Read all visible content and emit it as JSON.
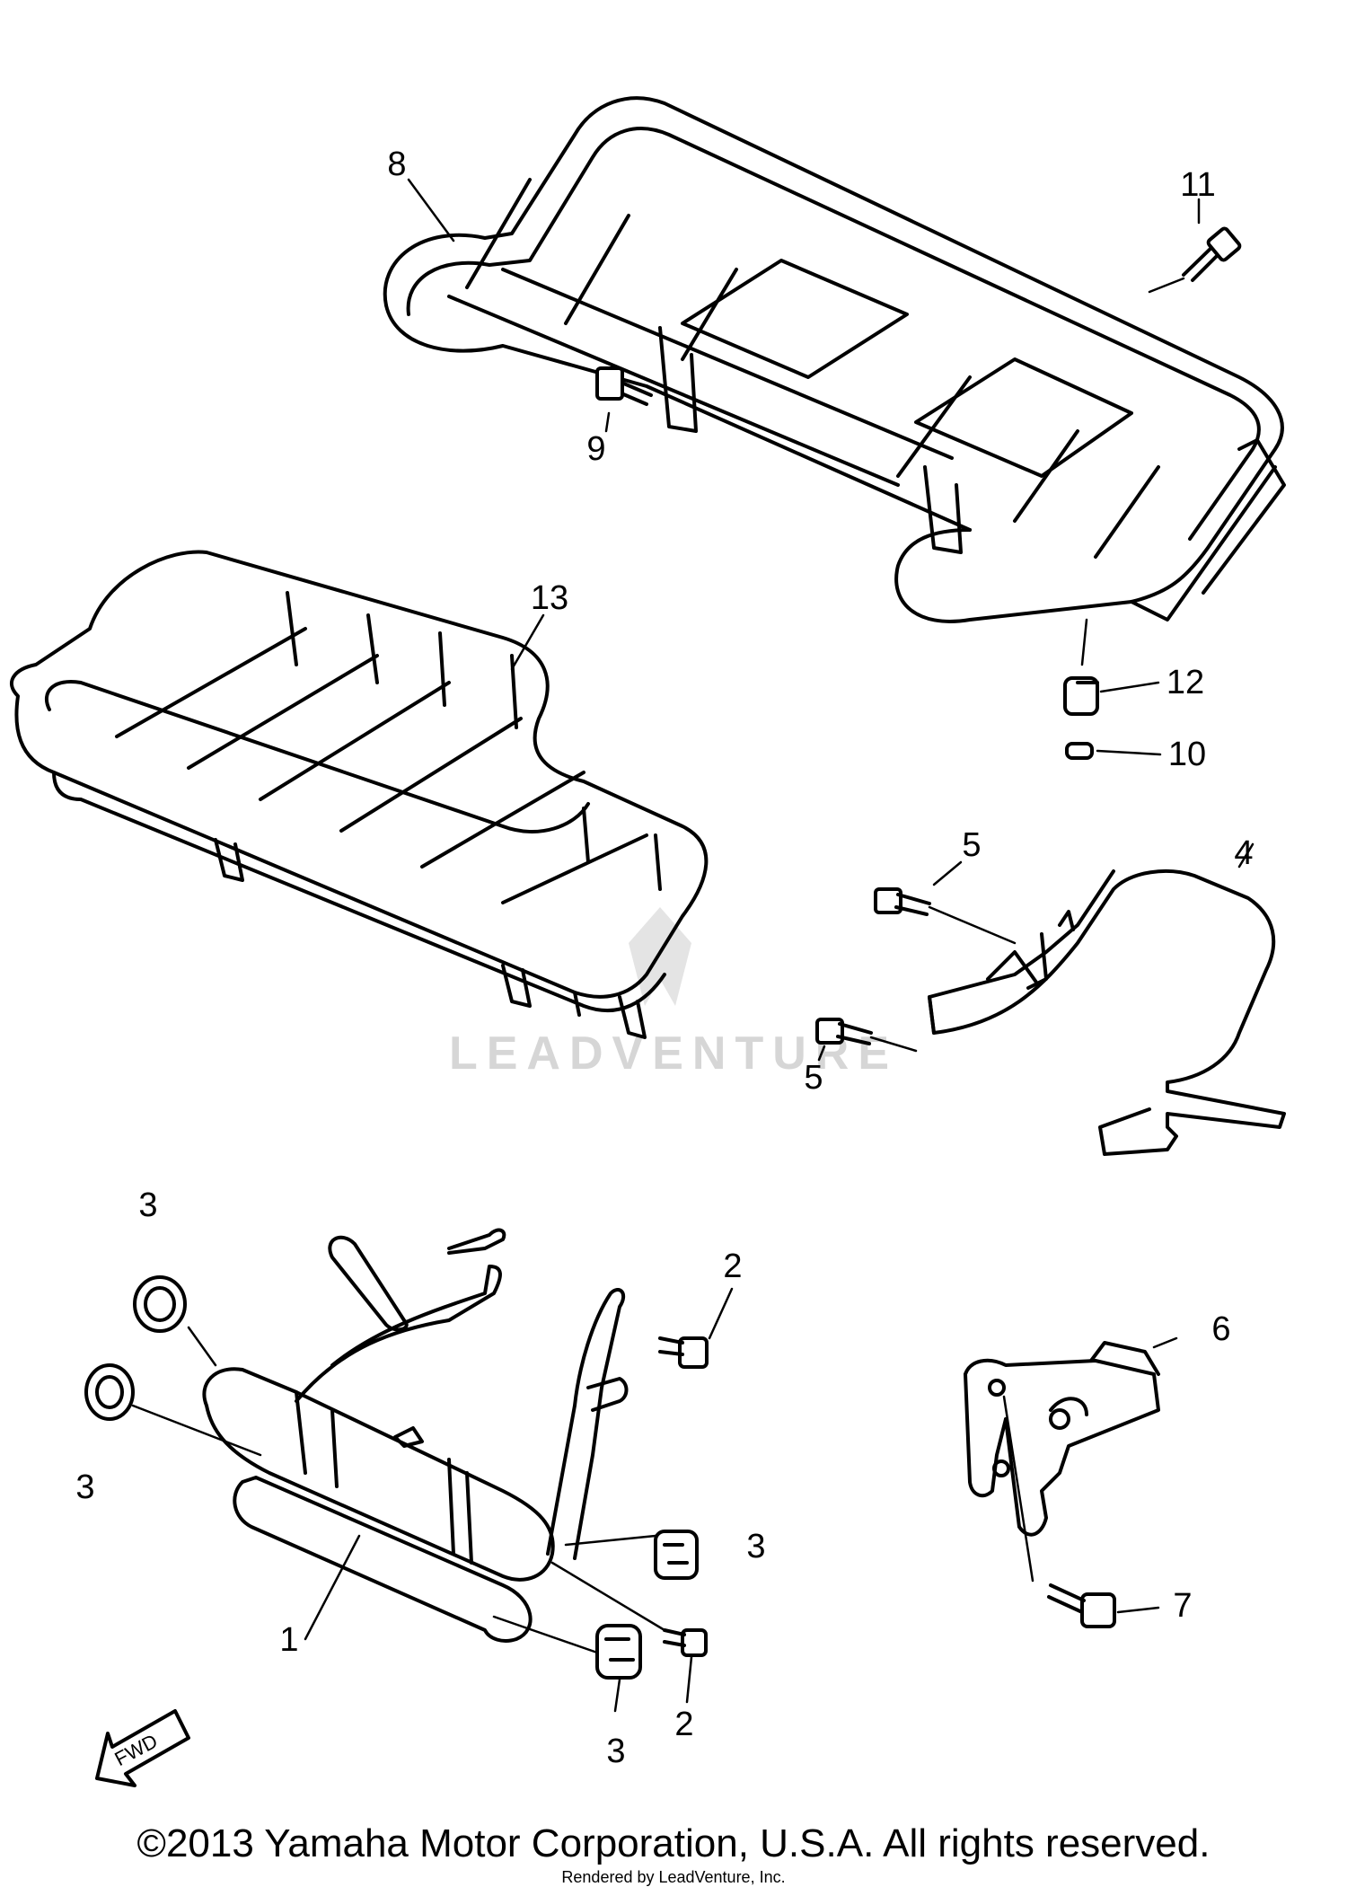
{
  "labels": {
    "p1": "1",
    "p2a": "2",
    "p2b": "2",
    "p3a": "3",
    "p3b": "3",
    "p3c": "3",
    "p3d": "3",
    "p4": "4",
    "p5a": "5",
    "p5b": "5",
    "p6": "6",
    "p7": "7",
    "p8": "8",
    "p9": "9",
    "p10": "10",
    "p11": "11",
    "p12": "12",
    "p13": "13"
  },
  "fwd_label": "FWD",
  "watermark": "LEADVENTURE",
  "copyright": "©2013 Yamaha Motor Corporation, U.S.A. All rights reserved.",
  "rendered_by": "Rendered by LeadVenture, Inc."
}
